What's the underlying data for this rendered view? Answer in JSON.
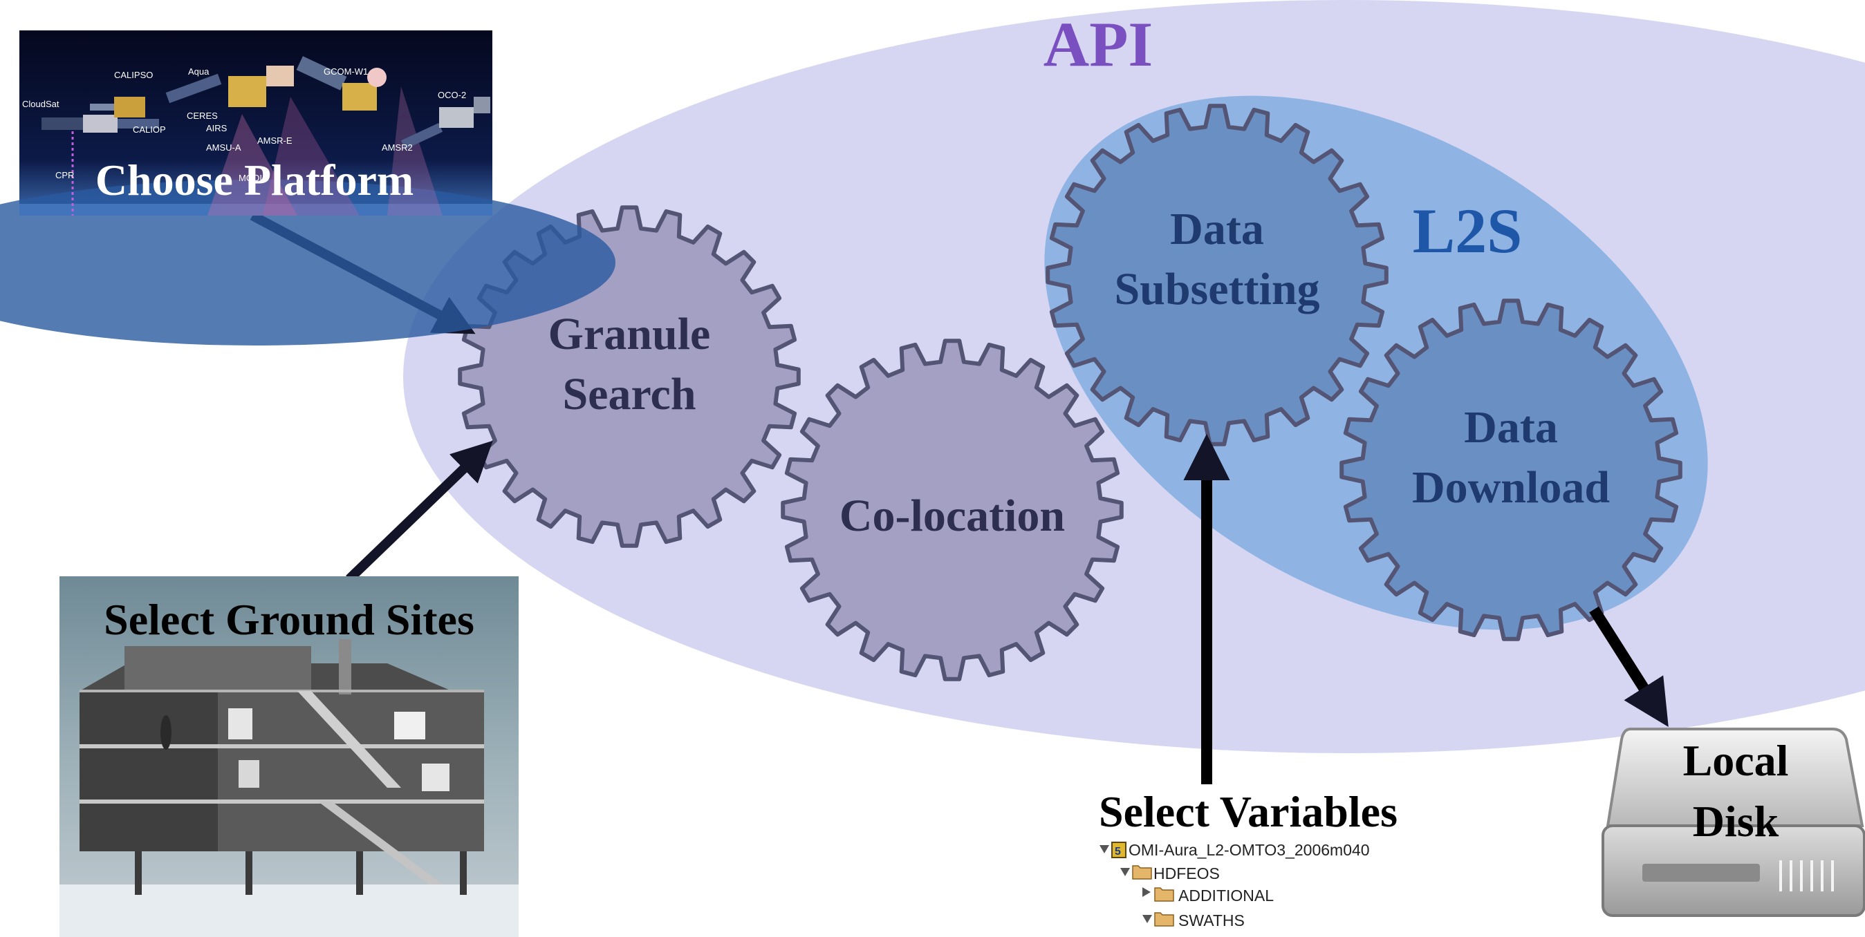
{
  "labels": {
    "api": "API",
    "l2s": "L2S",
    "granule_line1": "Granule",
    "granule_line2": "Search",
    "colocation": "Co-location",
    "subset_line1": "Data",
    "subset_line2": "Subsetting",
    "download_line1": "Data",
    "download_line2": "Download",
    "choose_platform": "Choose Platform",
    "select_ground_sites": "Select Ground Sites",
    "select_variables": "Select Variables",
    "local_disk_line1": "Local",
    "local_disk_line2": "Disk"
  },
  "satellites": [
    "CloudSat",
    "CALIPSO",
    "Aqua",
    "GCOM-W1",
    "OCO-2",
    "CERES",
    "AIRS",
    "AMSU-A",
    "AMSR-E",
    "AMSR2",
    "CALIOP",
    "CPR",
    "MODIS"
  ],
  "file_tree": [
    {
      "label": "OMI-Aura_L2-OMTO3_2006m040",
      "expanded": true,
      "kind": "file"
    },
    {
      "label": "HDFEOS",
      "expanded": true,
      "kind": "folder"
    },
    {
      "label": "ADDITIONAL",
      "expanded": false,
      "kind": "folder"
    },
    {
      "label": "SWATHS",
      "expanded": true,
      "kind": "folder"
    }
  ],
  "colors": {
    "api_ellipse": "#d6d6f2",
    "l2s_ellipse": "#8fb4e3",
    "gear_outer_fill": "#a3a0c4",
    "gear_inner_fill": "#6a8fc2",
    "gear_stroke": "#545474",
    "api_label": "#7a4fbf",
    "l2s_label": "#1e57a8"
  }
}
